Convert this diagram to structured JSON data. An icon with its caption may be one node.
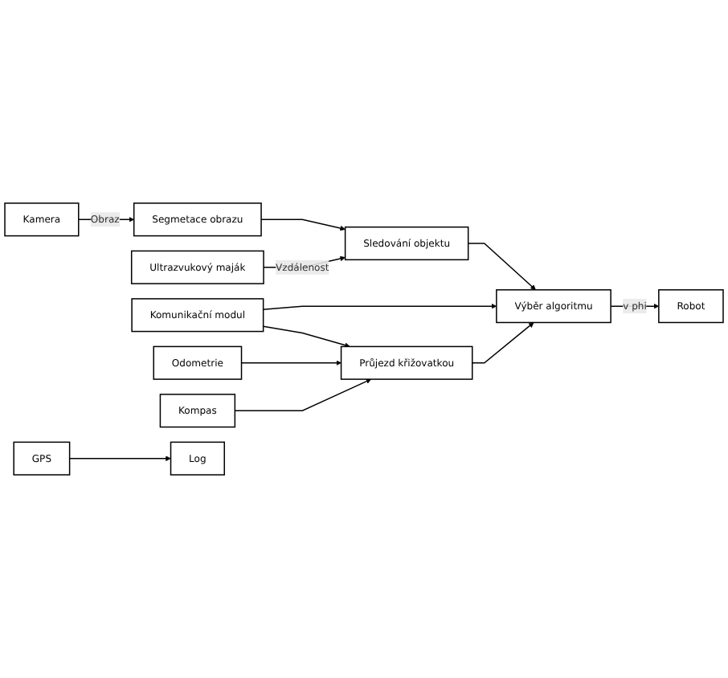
{
  "diagram": {
    "nodes": [
      {
        "text": [
          "Kamera"
        ]
      },
      {
        "text": [
          "Segmetace obrazu"
        ]
      },
      {
        "text": [
          "Ultrazvukový maják"
        ]
      },
      {
        "text": [
          "Sledování objektu"
        ]
      },
      {
        "text": [
          "Komunikační modul"
        ]
      },
      {
        "text": [
          "Výběr algoritmu"
        ]
      },
      {
        "text": [
          "Odometrie"
        ]
      },
      {
        "text": [
          "Průjezd křižovatkou"
        ]
      },
      {
        "text": [
          "Kompas"
        ]
      },
      {
        "text": [
          "Robot"
        ]
      },
      {
        "text": [
          "GPS"
        ]
      },
      {
        "text": [
          "Log"
        ]
      }
    ],
    "edges": [
      {
        "from": 0,
        "to": 1,
        "arrow": "to",
        "label": "Obraz"
      },
      {
        "from": 1,
        "to": 3,
        "arrow": "to"
      },
      {
        "from": 2,
        "to": 3,
        "arrow": "to",
        "label": "Vzdálenost"
      },
      {
        "from": 3,
        "to": 5,
        "arrow": "to"
      },
      {
        "from": 4,
        "to": 5,
        "arrow": "to"
      },
      {
        "from": 4,
        "to": 7,
        "arrow": "to"
      },
      {
        "from": 6,
        "to": 7,
        "arrow": "to"
      },
      {
        "from": 8,
        "to": 7,
        "arrow": "to"
      },
      {
        "from": 7,
        "to": 5,
        "arrow": "to"
      },
      {
        "from": 5,
        "to": 9,
        "arrow": "to",
        "label": "v phi"
      },
      {
        "from": 10,
        "to": 11,
        "arrow": "to"
      }
    ]
  }
}
